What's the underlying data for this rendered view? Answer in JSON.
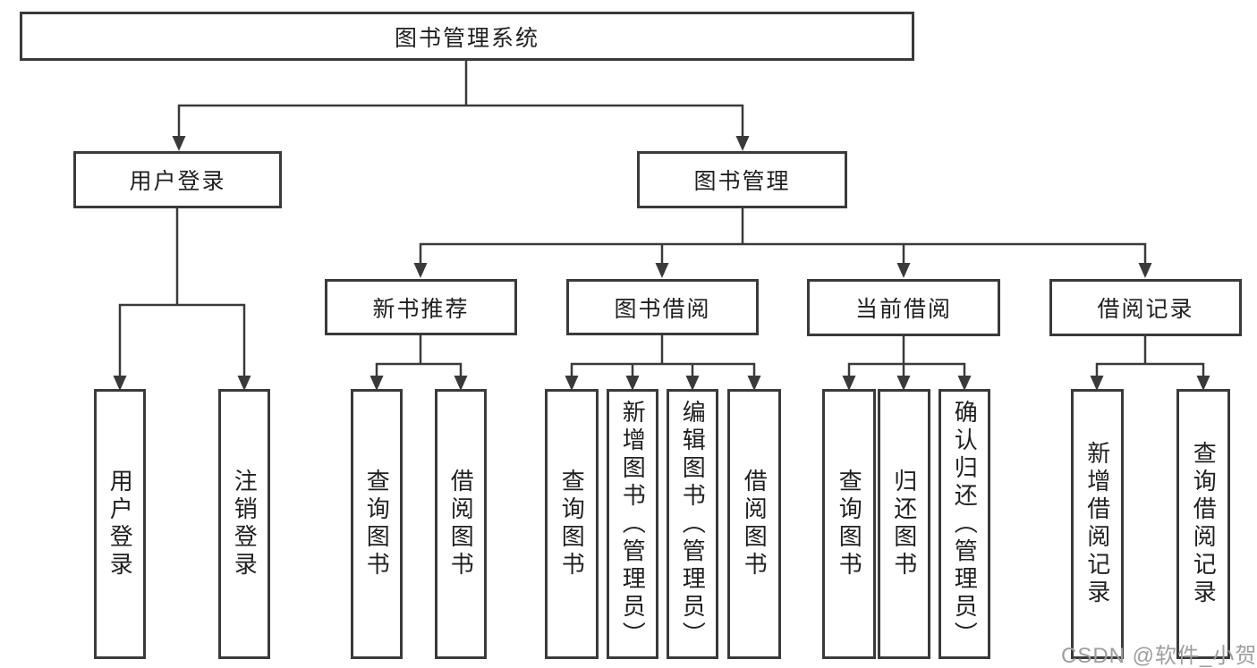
{
  "diagram": {
    "type": "hierarchy",
    "title": "图书管理系统",
    "watermark": "CSDN @软件_小贺同学",
    "colors": {
      "line": "#3a3a3a",
      "text": "#1f1f1f",
      "background": "#ffffff",
      "watermark": "#9e9e9e"
    },
    "tree": {
      "root": "图书管理系统",
      "children": [
        {
          "label": "用户登录",
          "children": [
            "用户登录",
            "注销登录"
          ]
        },
        {
          "label": "图书管理",
          "children": [
            {
              "label": "新书推荐",
              "children": [
                "查询图书",
                "借阅图书"
              ]
            },
            {
              "label": "图书借阅",
              "children": [
                "查询图书",
                "新增图书（管理员）",
                "编辑图书（管理员）",
                "借阅图书"
              ]
            },
            {
              "label": "当前借阅",
              "children": [
                "查询图书",
                "归还图书",
                "确认归还（管理员）"
              ]
            },
            {
              "label": "借阅记录",
              "children": [
                "新增借阅记录",
                "查询借阅记录"
              ]
            }
          ]
        }
      ]
    }
  }
}
